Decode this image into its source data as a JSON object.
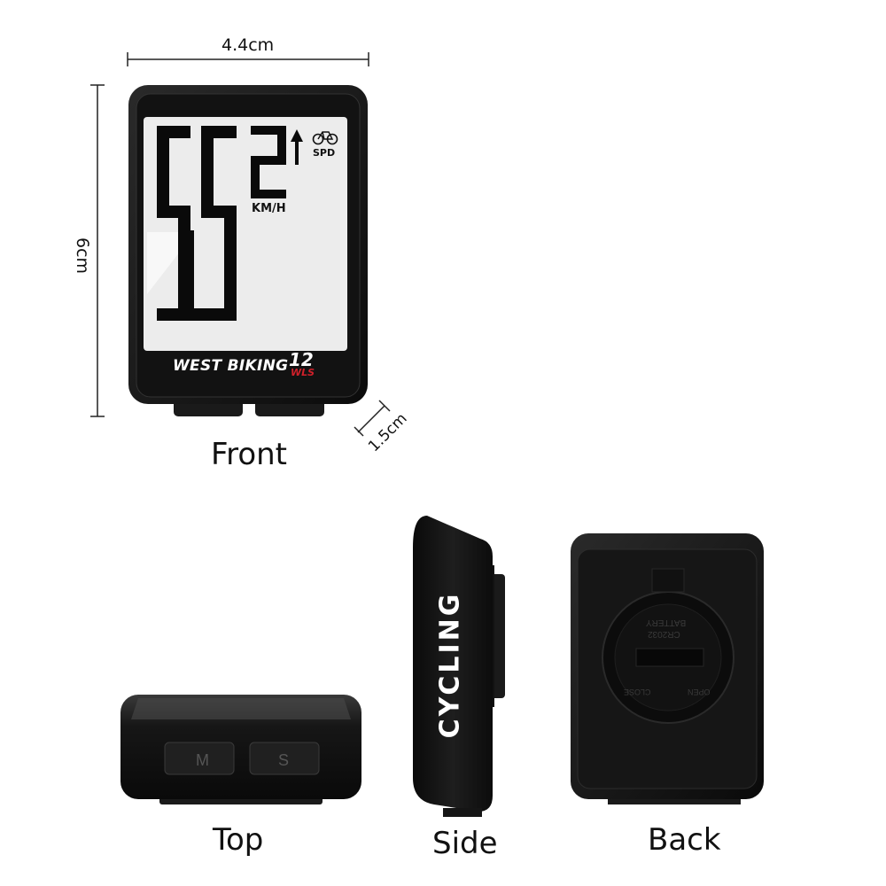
{
  "dimensions": {
    "width": "4.4cm",
    "height": "6cm",
    "depth": "1.5cm"
  },
  "views": {
    "front": "Front",
    "top": "Top",
    "side": "Side",
    "back": "Back"
  },
  "display": {
    "digits": "55",
    "small_digit": "2",
    "speed_unit": "KM/H",
    "mode": "SPD",
    "icon": "bicycle-icon"
  },
  "brand": {
    "name": "WEST BIKING",
    "model": "12",
    "sub_model": "WLS"
  },
  "buttons": {
    "mode": "M",
    "set": "S"
  },
  "side_text": "CYCLING",
  "back": {
    "battery_line1": "BATTERY",
    "battery_line2": "CR2032",
    "close": "CLOSE",
    "open": "OPEN"
  },
  "colors": {
    "body": "#111111",
    "screen": "#eeeeee",
    "segment": "#0a0a0a",
    "accent": "#d0202a"
  }
}
